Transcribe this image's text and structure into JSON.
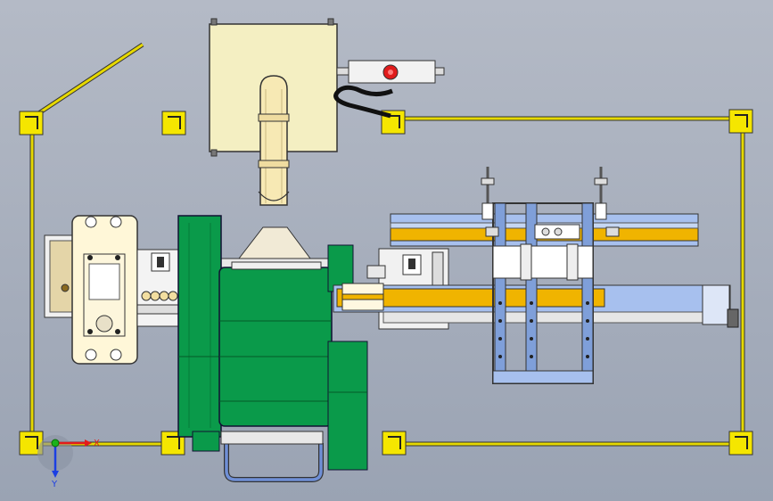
{
  "view": {
    "type": "cad-top-view",
    "background": "#a8b0bf"
  },
  "palette": {
    "frame_yellow": "#f5e600",
    "fence_line": "#e6d800",
    "hopper_cream": "#f4efc2",
    "pipe_cream": "#f7e9b4",
    "machine_green": "#0a9a4a",
    "machine_green_dark": "#067a38",
    "conveyor_blue": "#a7c0ee",
    "conveyor_blue_dark": "#7f9fd9",
    "conveyor_yellow": "#f0b400",
    "handle_blue": "#6f8fd6",
    "stop_red": "#e01b1b",
    "axis_x_red": "#e31b1b",
    "axis_y_blue": "#1b3fe3",
    "axis_z_green": "#1bb31b"
  },
  "triad": {
    "x_label": "X",
    "y_label": "Y"
  },
  "icons": [
    "stop-button-icon",
    "axis-triad-icon"
  ]
}
